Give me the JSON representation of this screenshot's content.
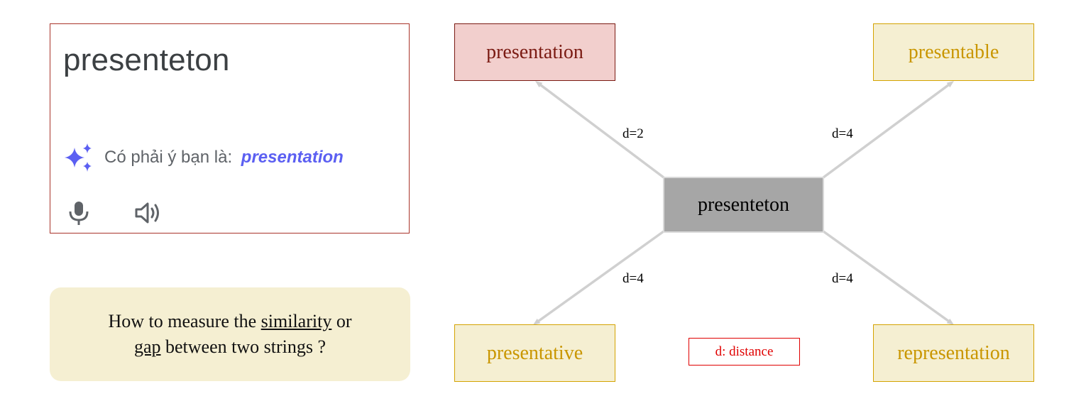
{
  "search_card": {
    "query": "presenteton",
    "suggestion_prefix": "Có phải ý bạn là: ",
    "suggestion": "presentation",
    "icons": [
      "sparkle-icon",
      "microphone-icon",
      "speaker-icon"
    ]
  },
  "question": {
    "line1_before": "How to measure the ",
    "line1_underlined": "similarity",
    "line1_after": " or",
    "line2_underlined": "gap",
    "line2_after": " between two strings ?"
  },
  "diagram": {
    "center": "presenteton",
    "nodes": {
      "top_left": "presentation",
      "top_right": "presentable",
      "bottom_left": "presentative",
      "bottom_right": "representation"
    },
    "edge_labels": {
      "top_left": "d=2",
      "top_right": "d=4",
      "bottom_left": "d=4",
      "bottom_right": "d=4"
    },
    "legend": "d: distance",
    "colors": {
      "highlight_fill": "#f2cfcd",
      "highlight_border": "#7a1a12",
      "node_fill": "#f5efd2",
      "node_border": "#d4a300",
      "center_fill": "#a6a6a6",
      "legend_color": "#e00000"
    }
  }
}
